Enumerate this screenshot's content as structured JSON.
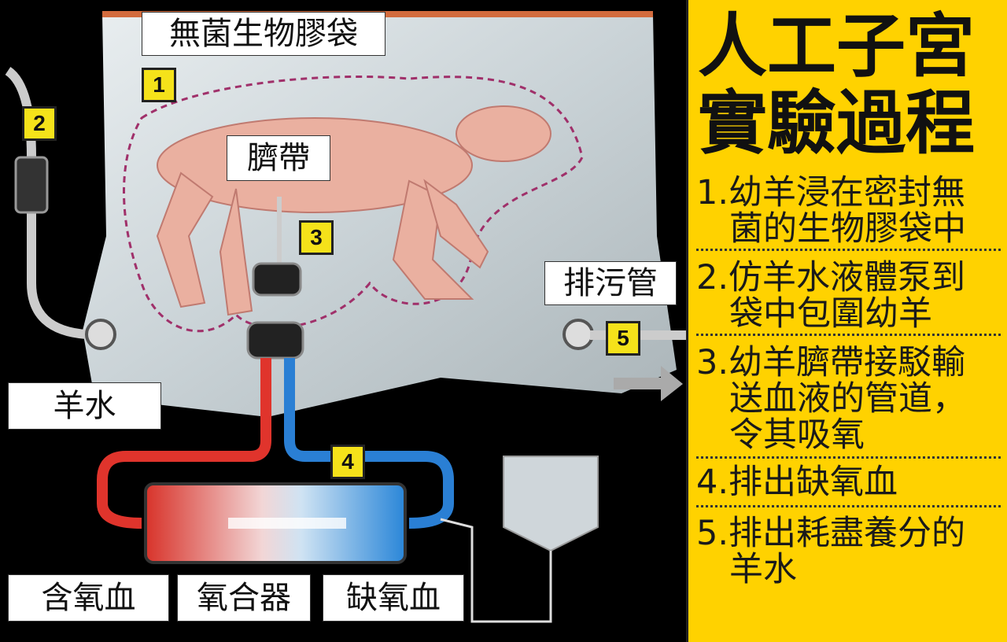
{
  "diagram": {
    "labels": {
      "bag": "無菌生物膠袋",
      "umbilical": "臍帶",
      "drain_tube": "排污管",
      "amniotic_fluid": "羊水",
      "oxygenated_blood": "含氧血",
      "oxygenator": "氧合器",
      "deoxygenated_blood": "缺氧血"
    },
    "markers": [
      "1",
      "2",
      "3",
      "4",
      "5"
    ],
    "colors": {
      "marker": "#f5e21a",
      "panel": "#ffd200",
      "oxygenated": "#e0342c",
      "deoxygenated": "#2a7fd4"
    }
  },
  "panel": {
    "title_line1": "人工子宮",
    "title_line2": "實驗過程",
    "steps": [
      {
        "line1": "1.幼羊浸在密封無",
        "line2": "菌的生物膠袋中"
      },
      {
        "line1": "2.仿羊水液體泵到",
        "line2": "袋中包圍幼羊"
      },
      {
        "line1": "3.幼羊臍帶接駁輸",
        "line2": "送血液的管道，",
        "line3": "令其吸氧"
      },
      {
        "line1": "4.排出缺氧血"
      },
      {
        "line1": "5.排出耗盡養分的",
        "line2": "羊水"
      }
    ]
  }
}
